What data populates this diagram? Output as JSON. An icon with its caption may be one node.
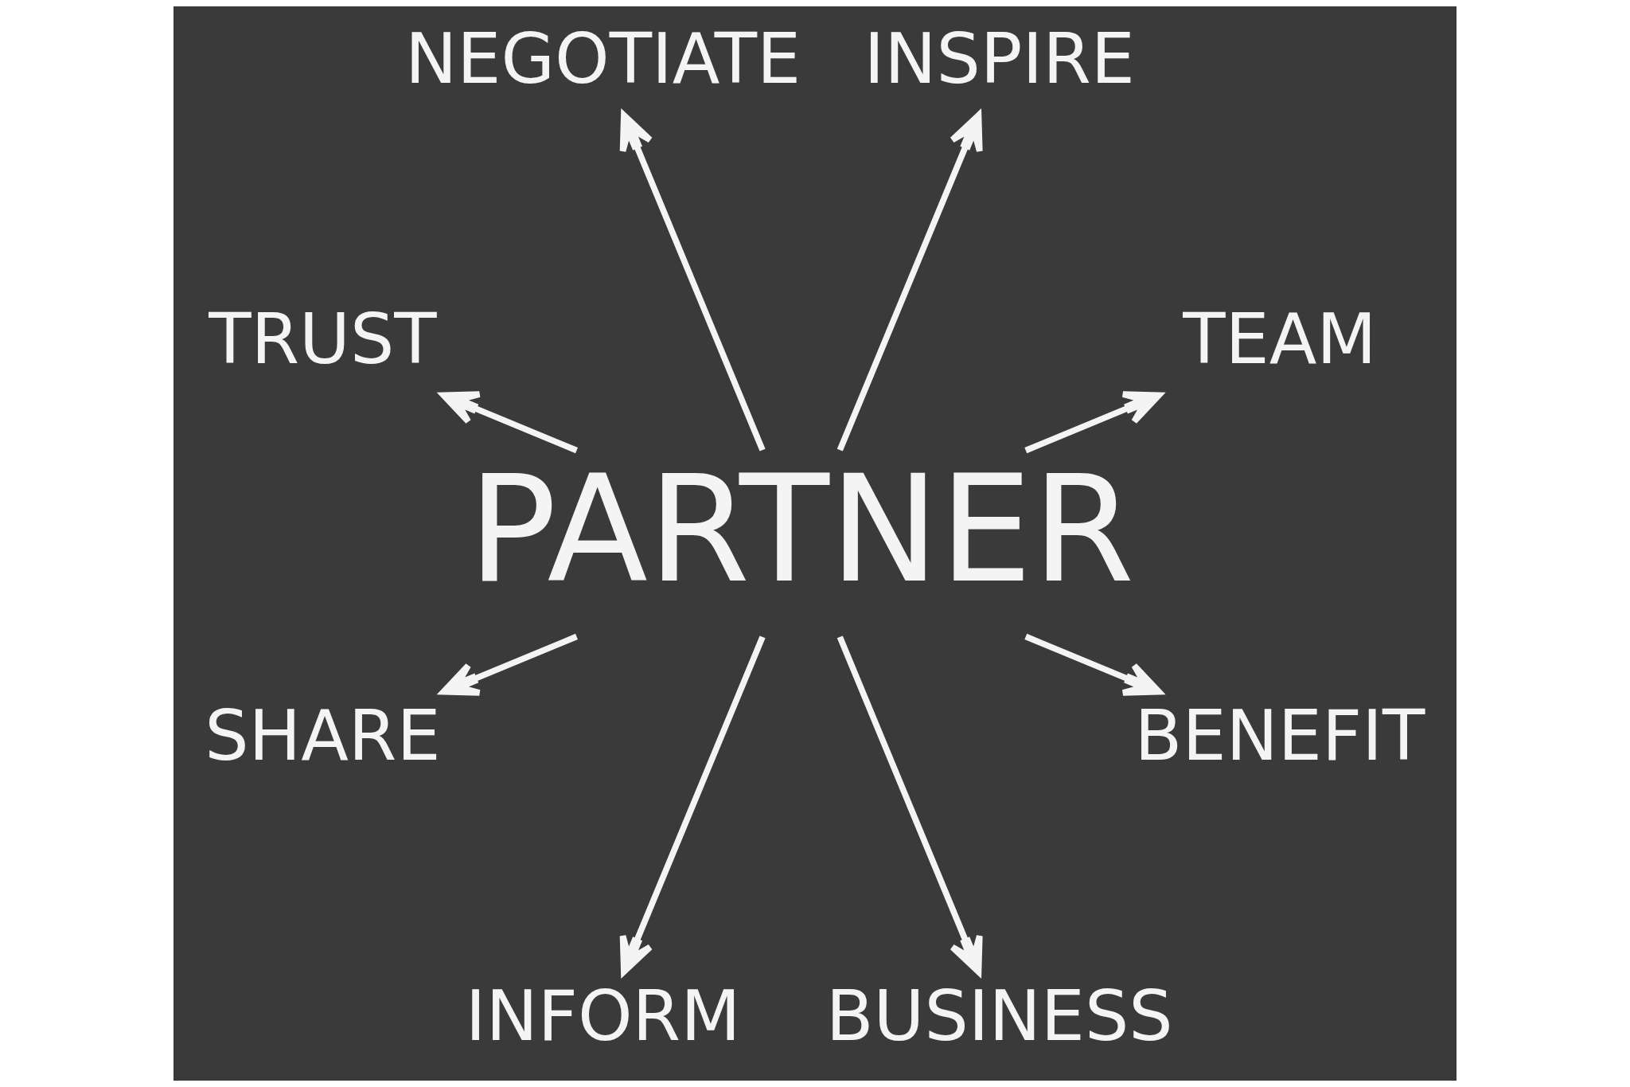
{
  "diagram": {
    "nodes": [
      {
        "text": [
          "NEGOTIATE"
        ]
      },
      {
        "text": [
          "TRUST"
        ]
      },
      {
        "text": [
          "INSPIRE"
        ]
      },
      {
        "text": [
          "SHARE"
        ]
      },
      {
        "text": [
          "PARTNER"
        ]
      },
      {
        "text": [
          "TEAM"
        ]
      },
      {
        "text": [
          "INFORM"
        ]
      },
      {
        "text": [
          "BENEFIT"
        ]
      },
      {
        "text": [
          "BUSINESS"
        ]
      }
    ],
    "edges": [
      {
        "from": 4,
        "to": 0,
        "arrow": "to"
      },
      {
        "from": 4,
        "to": 2,
        "arrow": "to"
      },
      {
        "from": 4,
        "to": 5,
        "arrow": "to"
      },
      {
        "from": 4,
        "to": 7,
        "arrow": "to"
      },
      {
        "from": 4,
        "to": 8,
        "arrow": "to"
      },
      {
        "from": 4,
        "to": 6,
        "arrow": "to"
      },
      {
        "from": 4,
        "to": 3,
        "arrow": "to"
      },
      {
        "from": 4,
        "to": 1,
        "arrow": "to"
      }
    ]
  }
}
